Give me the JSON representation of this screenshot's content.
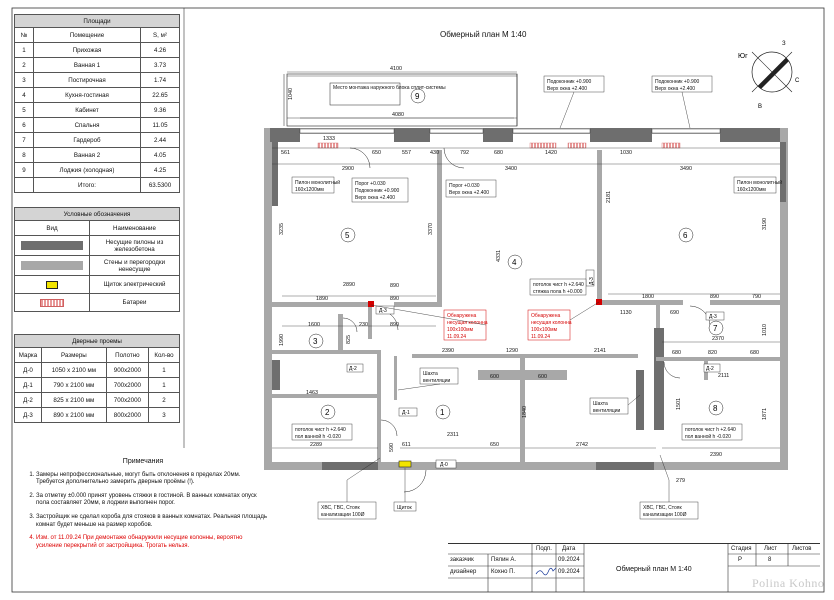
{
  "areas": {
    "title": "Площади",
    "headers": [
      "№",
      "Помещение",
      "S, м²"
    ],
    "rows": [
      [
        "1",
        "Прихожая",
        "4.26"
      ],
      [
        "2",
        "Ванная 1",
        "3.73"
      ],
      [
        "3",
        "Постирочная",
        "1.74"
      ],
      [
        "4",
        "Кухня-гостиная",
        "22.65"
      ],
      [
        "5",
        "Кабинет",
        "9.36"
      ],
      [
        "6",
        "Спальня",
        "11.05"
      ],
      [
        "7",
        "Гардероб",
        "2.44"
      ],
      [
        "8",
        "Ванная 2",
        "4.05"
      ],
      [
        "9",
        "Лоджия (холодная)",
        "4.25"
      ]
    ],
    "total_label": "Итого:",
    "total_value": "63.5300"
  },
  "legend": {
    "title": "Условные обозначения",
    "headers": [
      "Вид",
      "Наименование"
    ],
    "items": [
      "Несущие пилоны из железобетона",
      "Стены и перегородки ненесущие",
      "Щиток электрический",
      "Батареи"
    ]
  },
  "doors": {
    "title": "Дверные проемы",
    "headers": [
      "Марка",
      "Размеры",
      "Полотно",
      "Кол-во"
    ],
    "rows": [
      [
        "Д-0",
        "1050 x 2100 мм",
        "900x2000",
        "1"
      ],
      [
        "Д-1",
        "790 x 2100 мм",
        "700x2000",
        "1"
      ],
      [
        "Д-2",
        "825 x 2100 мм",
        "700x2000",
        "2"
      ],
      [
        "Д-3",
        "890 x 2100 мм",
        "800x2000",
        "3"
      ]
    ]
  },
  "notes": {
    "title": "Примечания",
    "items": [
      "Замеры непрофессиональные, могут быть отклонения в пределах 20мм. Требуется дополнительно замерить дверные проёмы (!).",
      "За отметку ±0.000 принят уровень стяжки в гостиной. В ванных комнатах опуск пола составляет 20мм, в лоджии выполнен порог.",
      "Застройщик не сделал короба для стояков в ванных комнатах. Реальная площадь комнат будет меньше на размер коробов.",
      "Изм. от 11.09.24 При демонтаже обнаружили несущие колонны, вероятно усиление перекрытий от застройщика. Трогать нельзя."
    ]
  },
  "plan": {
    "title": "Обмерный план М 1:40",
    "compass": {
      "ug": "Юг",
      "z": "З",
      "v": "В",
      "s": "С"
    },
    "rooms": [
      "1",
      "2",
      "3",
      "4",
      "5",
      "6",
      "7",
      "8",
      "9"
    ],
    "dims": {
      "d4100": "4100",
      "d1040": "1040",
      "d4080": "4080",
      "d1333": "1333",
      "d561": "561",
      "d650": "650",
      "d557": "557",
      "d430": "430",
      "d792": "792",
      "d680": "680",
      "d1420": "1420",
      "d1030": "1030",
      "d2900": "2900",
      "d3400": "3400",
      "d3490": "3490",
      "d3235": "3235",
      "d3370": "3370",
      "d4331": "4331",
      "d2181": "2181",
      "d3190": "3190",
      "d1890": "1890",
      "d890a": "890",
      "d2890": "2890",
      "d890b": "890",
      "d1600": "1600",
      "d230": "230",
      "d890c": "890",
      "d1290": "1290",
      "d2390": "2390",
      "d2141": "2141",
      "d1800": "1800",
      "d1130": "1130",
      "d690": "690",
      "d890d": "890",
      "d790": "790",
      "d2370": "2370",
      "d680b": "680",
      "d820": "820",
      "d2111": "2111",
      "d1463": "1463",
      "d600a": "600",
      "d600b": "600",
      "d1840": "1840",
      "d2311": "2311",
      "d650b": "650",
      "d2289": "2289",
      "d2742": "2742",
      "d2390b": "2390",
      "d1871": "1871",
      "d279": "279",
      "d611": "611",
      "d590": "590",
      "d1990": "1990",
      "d1010": "1010",
      "d1501": "1501",
      "d825": "825",
      "d680c": "680"
    },
    "labels": {
      "split": "Место монтажа наружного блока сплит-системы",
      "sill1": "Подоконник +0.900",
      "win1": "Верх окна +2.400",
      "sill2": "Подоконник +0.900",
      "win2": "Верх окна +2.400",
      "pylon1a": "Пилон монолитный",
      "pylon1b": "160x1200мм",
      "pylon2a": "Пилон монолитный",
      "pylon2b": "160x1200мм",
      "thr1a": "Порог +0.030",
      "thr1b": "Подоконник +0.900",
      "thr1c": "Верх окна +2.400",
      "thr2a": "Порог +0.030",
      "thr2b": "Верх окна +2.400",
      "ceil4a": "потолок чист   h +2.640",
      "ceil4b": "стяжка пола   h +0.000",
      "col1a": "Обнаружена",
      "col1b": "несущая колонна",
      "col1c": "100x100мм",
      "col1d": "11.09.24",
      "col2a": "Обнаружена",
      "col2b": "несущая колонна",
      "col2c": "100x100мм",
      "col2d": "11.09.24",
      "shaft1a": "Шахта",
      "shaft1b": "вентиляции",
      "shaft2a": "Шахта",
      "shaft2b": "вентиляции",
      "bath1a": "потолок чист   h +2.640",
      "bath1b": "пол ванной    h -0.020",
      "bath2a": "потолок чист   h +2.640",
      "bath2b": "пол ванной    h -0.020",
      "riser1a": "ХВС, ГВС, Стояк",
      "riser1b": "канализации 100Ø",
      "riser2a": "ХВС, ГВС, Стояк",
      "riser2b": "канализации 100Ø",
      "panel": "Щиток"
    },
    "door_tags": {
      "d0": "Д-0",
      "d1": "Д-1",
      "d2a": "Д-2",
      "d2b": "Д-2",
      "d3a": "Д-3",
      "d3b": "Д-3",
      "d3c": "Д-3"
    }
  },
  "stamp": {
    "podp": "Подп.",
    "data": "Дата",
    "role1": "заказчик",
    "name1": "Пялин А.",
    "date1": "09.2024",
    "role2": "дизайнер",
    "name2": "Кохно П.",
    "date2": "09.2024",
    "title": "Обмерный план М 1:40",
    "stage_h": "Стадия",
    "list_h": "Лист",
    "lists_h": "Листов",
    "stage": "Р",
    "list": "8",
    "lists": ""
  },
  "watermark": "Polina Kohno",
  "colors": {
    "bearing": "#6e6e6e",
    "walls": "#a8a8a8",
    "panel": "#f2e400",
    "radiator": "#e89898",
    "alert": "#d40000"
  }
}
